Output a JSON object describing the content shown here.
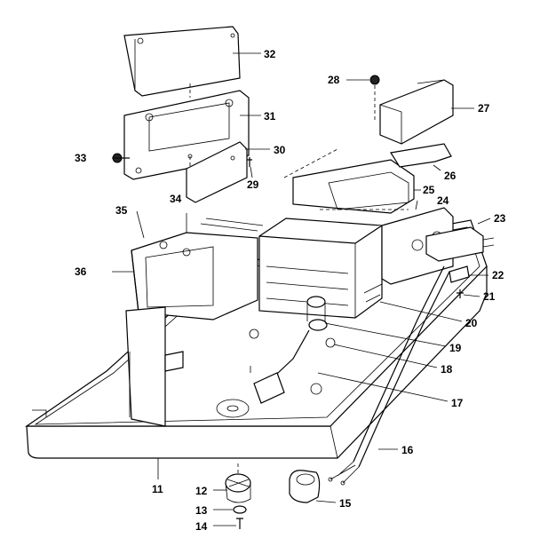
{
  "callouts": [
    {
      "id": "11",
      "label": "11"
    },
    {
      "id": "12",
      "label": "12"
    },
    {
      "id": "13",
      "label": "13"
    },
    {
      "id": "14",
      "label": "14"
    },
    {
      "id": "15",
      "label": "15"
    },
    {
      "id": "16",
      "label": "16"
    },
    {
      "id": "17",
      "label": "17"
    },
    {
      "id": "18",
      "label": "18"
    },
    {
      "id": "19",
      "label": "19"
    },
    {
      "id": "20",
      "label": "20"
    },
    {
      "id": "21",
      "label": "21"
    },
    {
      "id": "22",
      "label": "22"
    },
    {
      "id": "23",
      "label": "23"
    },
    {
      "id": "24",
      "label": "24"
    },
    {
      "id": "25",
      "label": "25"
    },
    {
      "id": "26",
      "label": "26"
    },
    {
      "id": "27",
      "label": "27"
    },
    {
      "id": "28",
      "label": "28"
    },
    {
      "id": "29",
      "label": "29"
    },
    {
      "id": "30",
      "label": "30"
    },
    {
      "id": "31",
      "label": "31"
    },
    {
      "id": "32",
      "label": "32"
    },
    {
      "id": "33",
      "label": "33"
    },
    {
      "id": "34",
      "label": "34"
    },
    {
      "id": "35",
      "label": "35"
    },
    {
      "id": "36",
      "label": "36"
    }
  ]
}
